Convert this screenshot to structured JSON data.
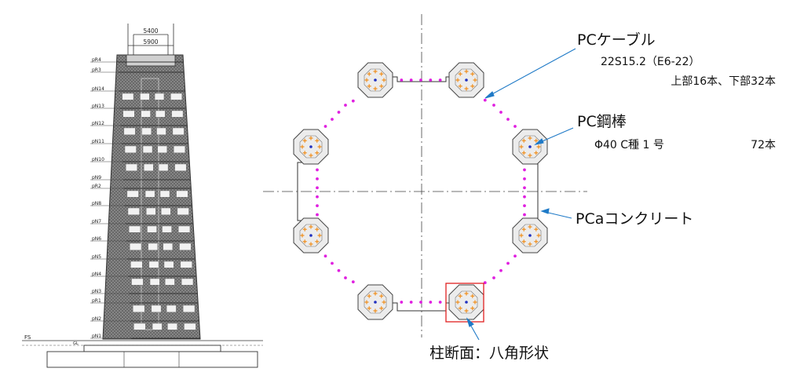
{
  "elevation": {
    "dims": {
      "outer": "5900",
      "inner": "5400"
    },
    "levels": [
      {
        "id": "pr4",
        "label": "pR4"
      },
      {
        "id": "pr3",
        "label": "pR3"
      },
      {
        "id": "pn14",
        "label": "pN14"
      },
      {
        "id": "pn13",
        "label": "pN13"
      },
      {
        "id": "pn12",
        "label": "pN12"
      },
      {
        "id": "pn11",
        "label": "pN11"
      },
      {
        "id": "pn10",
        "label": "pN10"
      },
      {
        "id": "pn9",
        "label": "pN9"
      },
      {
        "id": "pr2",
        "label": "pR2"
      },
      {
        "id": "pn8",
        "label": "pN8"
      },
      {
        "id": "pn7",
        "label": "pN7"
      },
      {
        "id": "pn6",
        "label": "pN6"
      },
      {
        "id": "pn5",
        "label": "pN5"
      },
      {
        "id": "pn4",
        "label": "pN4"
      },
      {
        "id": "pn3",
        "label": "pN3"
      },
      {
        "id": "pr1",
        "label": "pR1"
      },
      {
        "id": "pn2",
        "label": "pN2"
      },
      {
        "id": "pn1",
        "label": "pN1"
      }
    ],
    "fs_label": "FS",
    "gl_label": "GL"
  },
  "section": {
    "pc_cable": {
      "title": "PCケーブル",
      "spec": "22S15.2（E6-22）",
      "count": "上部16本、下部32本"
    },
    "pc_bar": {
      "title": "PC鋼棒",
      "spec": "Φ40 C種 1 号",
      "count": "72本"
    },
    "pca_concrete": {
      "title": "PCaコンクリート"
    },
    "column_section": {
      "title": "柱断面：八角形状"
    }
  },
  "colors": {
    "line": "#333333",
    "hatch": "#555555",
    "cable_dot": "#e020e0",
    "bar_cross": "#f09020",
    "center_dot": "#2030c0",
    "leader": "#1f7ac7",
    "highlight": "#e02020"
  }
}
